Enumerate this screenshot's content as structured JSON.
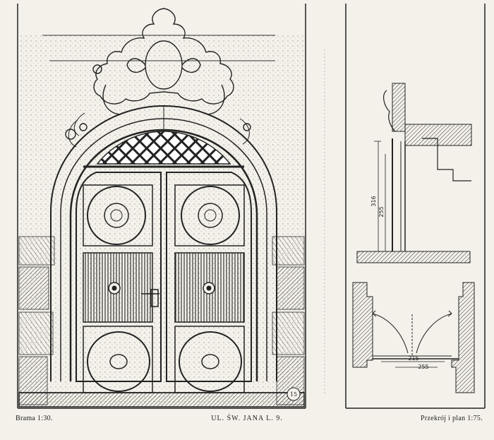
{
  "captions": {
    "left": "Brama 1:30.",
    "center": "UL. ŚW. JANA L. 9.",
    "right": "Przekrój i plan 1:75."
  },
  "dimensions": {
    "height_outer": "316",
    "height_inner": "255",
    "width_outer": "215",
    "width_inner": "255"
  },
  "monogram": "15",
  "colors": {
    "paper": "#f4f1ea",
    "ink": "#222222"
  }
}
